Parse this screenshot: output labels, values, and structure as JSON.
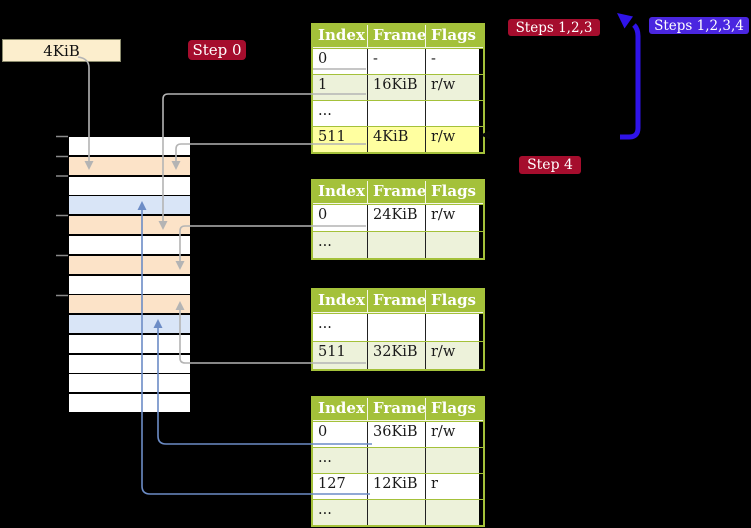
{
  "palette": {
    "background": "#000000",
    "table_header_green": "#a4c13a",
    "table_row_green": "#edf2da",
    "highlight_yellow": "#ffffa0",
    "memory_frame_peach": "#fce3c8",
    "memory_frame_blue": "#d9e5f7",
    "memory_frame_white": "#ffffff",
    "step_label_red": "#a50d2d",
    "step_label_blue_violet": "#4a26e0",
    "big_arrow_blue": "#2f13e9",
    "connector_gray": "#b4b4b4",
    "connector_blue": "#6c8cc6",
    "page_size_box_cream": "#fceecd"
  },
  "page_size_box": {
    "label": "4KiB"
  },
  "step_labels": {
    "step0": "Step 0",
    "steps123": "Steps 1,2,3",
    "steps1234": "Steps 1,2,3,4",
    "step4": "Step 4"
  },
  "tables": [
    {
      "id": "page-table-level-4",
      "headers": [
        "Index",
        "Frame",
        "Flags"
      ],
      "rows": [
        {
          "index": "0",
          "frame": "-",
          "flags": "-",
          "shade": "white",
          "underline": "gray"
        },
        {
          "index": "1",
          "frame": "16KiB",
          "flags": "r/w",
          "shade": "green",
          "underline": "gray"
        },
        {
          "index": "...",
          "frame": "",
          "flags": "",
          "shade": "white"
        },
        {
          "index": "511",
          "frame": "4KiB",
          "flags": "r/w",
          "shade": "green",
          "highlight": true,
          "underline": "gray"
        }
      ]
    },
    {
      "id": "page-table-level-3",
      "headers": [
        "Index",
        "Frame",
        "Flags"
      ],
      "rows": [
        {
          "index": "0",
          "frame": "24KiB",
          "flags": "r/w",
          "shade": "white",
          "underline": "gray"
        },
        {
          "index": "...",
          "frame": "",
          "flags": "",
          "shade": "green"
        }
      ]
    },
    {
      "id": "page-table-level-2",
      "headers": [
        "Index",
        "Frame",
        "Flags"
      ],
      "rows": [
        {
          "index": "...",
          "frame": "",
          "flags": "",
          "shade": "white"
        },
        {
          "index": "511",
          "frame": "32KiB",
          "flags": "r/w",
          "shade": "green",
          "underline": "gray"
        }
      ]
    },
    {
      "id": "page-table-level-1",
      "headers": [
        "Index",
        "Frame",
        "Flags"
      ],
      "rows": [
        {
          "index": "0",
          "frame": "36KiB",
          "flags": "r/w",
          "shade": "white",
          "underline": "blue"
        },
        {
          "index": "...",
          "frame": "",
          "flags": "",
          "shade": "green"
        },
        {
          "index": "127",
          "frame": "12KiB",
          "flags": "r",
          "shade": "white",
          "underline": "blue"
        },
        {
          "index": "...",
          "frame": "",
          "flags": "",
          "shade": "green"
        }
      ]
    }
  ],
  "memory_column": {
    "rows": [
      "white",
      "peach",
      "white",
      "blue",
      "peach",
      "white",
      "peach",
      "white",
      "peach",
      "blue",
      "white",
      "white",
      "white",
      "white"
    ]
  }
}
